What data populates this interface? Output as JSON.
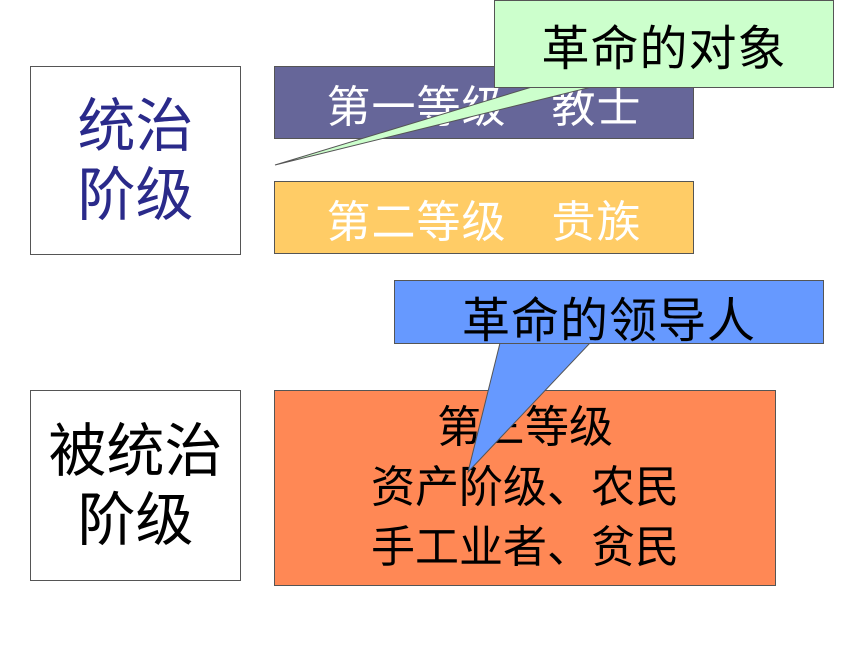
{
  "colors": {
    "ruling_text": "#2a2a8a",
    "tier1_fill": "#666699",
    "tier2_fill": "#ffcc66",
    "tier3_fill": "#ff8855",
    "callout_object_fill": "#ccffcc",
    "callout_leader_fill": "#6699ff"
  },
  "ruling_class": {
    "line1": "统治",
    "line2": "阶级"
  },
  "ruled_class": {
    "line1": "被统治",
    "line2": "阶级"
  },
  "tiers": {
    "first": "第一等级　教士",
    "second": "第二等级　贵族",
    "third": {
      "line1": "第三等级",
      "line2": "资产阶级、农民",
      "line3": "手工业者、贫民"
    }
  },
  "callouts": {
    "object": "革命的对象",
    "leader": "革命的领导人"
  }
}
